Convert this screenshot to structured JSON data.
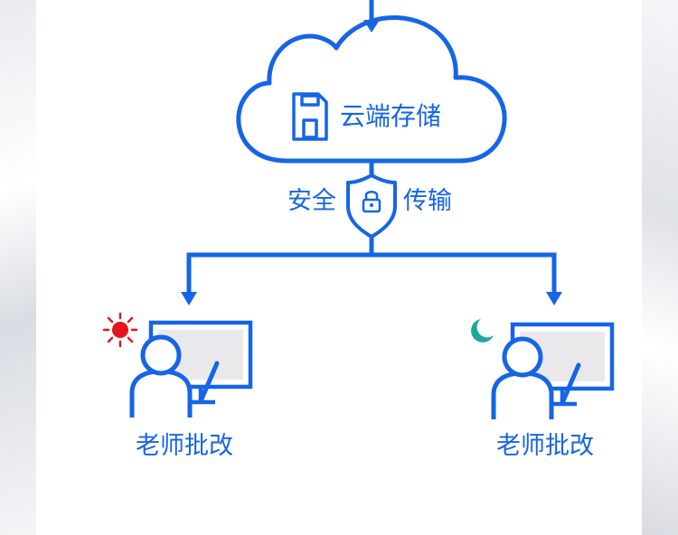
{
  "cloud": {
    "label": "云端存储"
  },
  "transfer": {
    "left_label": "安全",
    "right_label": "传输"
  },
  "teachers": [
    {
      "label": "老师批改",
      "time_icon": "sun-icon"
    },
    {
      "label": "老师批改",
      "time_icon": "moon-icon"
    }
  ],
  "colors": {
    "primary": "#1565e6",
    "sun": "#e6141e",
    "moon": "#19a89a",
    "screen": "#e9e9ec"
  }
}
